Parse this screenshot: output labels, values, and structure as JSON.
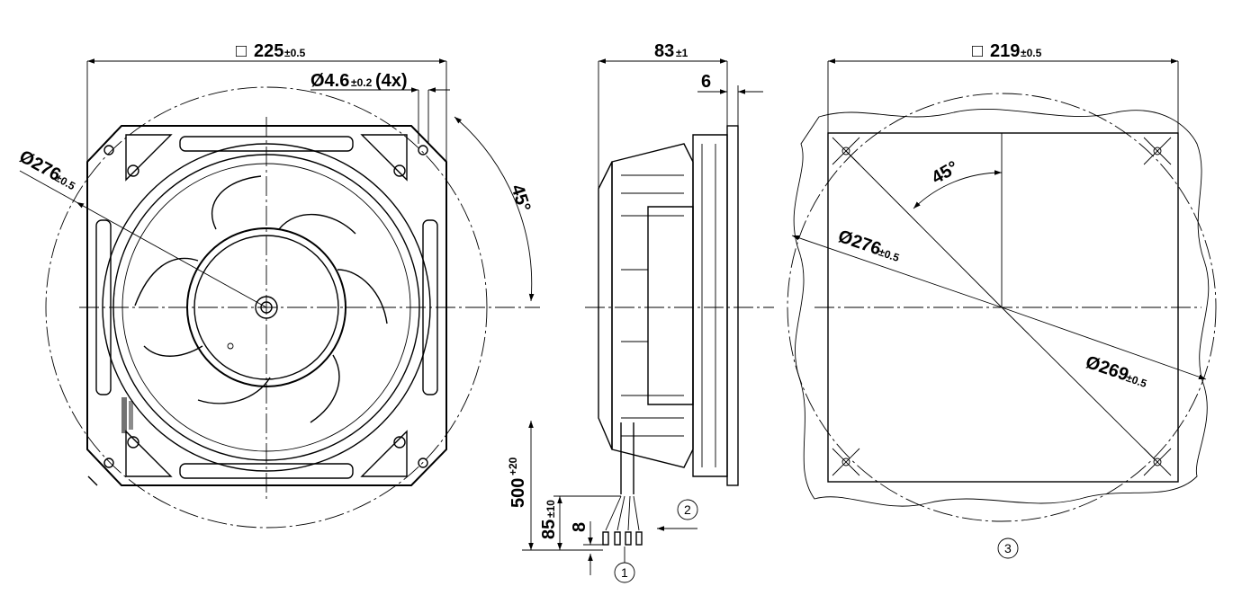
{
  "front_view": {
    "width_symbol": "□",
    "width_value": "225",
    "width_tol": "±0.5",
    "hole_value": "Ø4.6",
    "hole_tol": "±0.2",
    "hole_count": "(4x)",
    "circle_value": "Ø276",
    "circle_tol": "±0.5",
    "angle": "45°"
  },
  "side_view": {
    "depth_value": "83",
    "depth_tol": "±1",
    "flange": "6",
    "lead_value": "500",
    "lead_tol": "+20",
    "strip_value": "85",
    "strip_tol": "±10",
    "ferrule": "8",
    "callout_1": "1",
    "callout_2": "2"
  },
  "cutout_view": {
    "width_symbol": "□",
    "width_value": "219",
    "width_tol": "±0.5",
    "angle": "45°",
    "outer_value": "Ø276",
    "outer_tol": "±0.5",
    "inner_value": "Ø269",
    "inner_tol": "±0.5",
    "callout_3": "3"
  }
}
